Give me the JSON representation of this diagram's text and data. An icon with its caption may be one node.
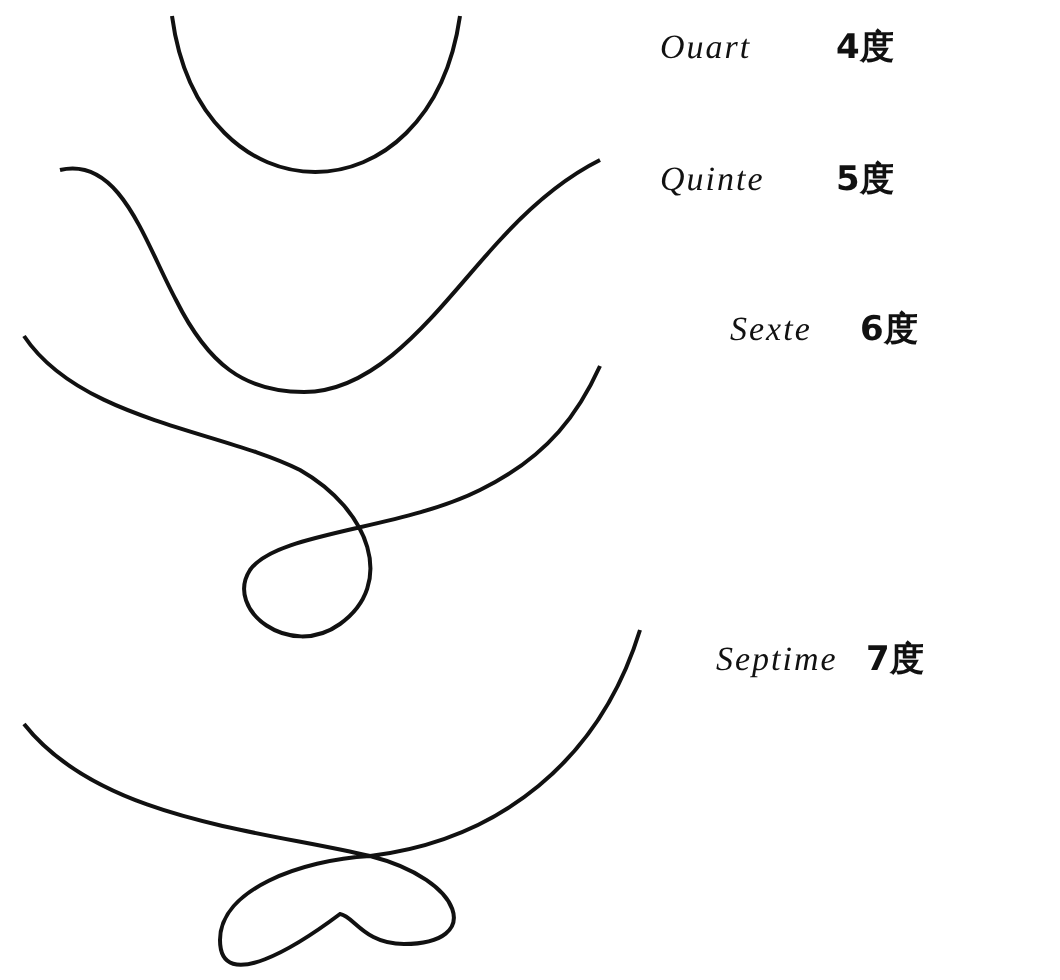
{
  "diagram": {
    "labels": [
      "Ouart",
      "4度",
      "Quinte",
      "5度",
      "Sexte",
      "6度",
      "Septime",
      "7度"
    ]
  }
}
